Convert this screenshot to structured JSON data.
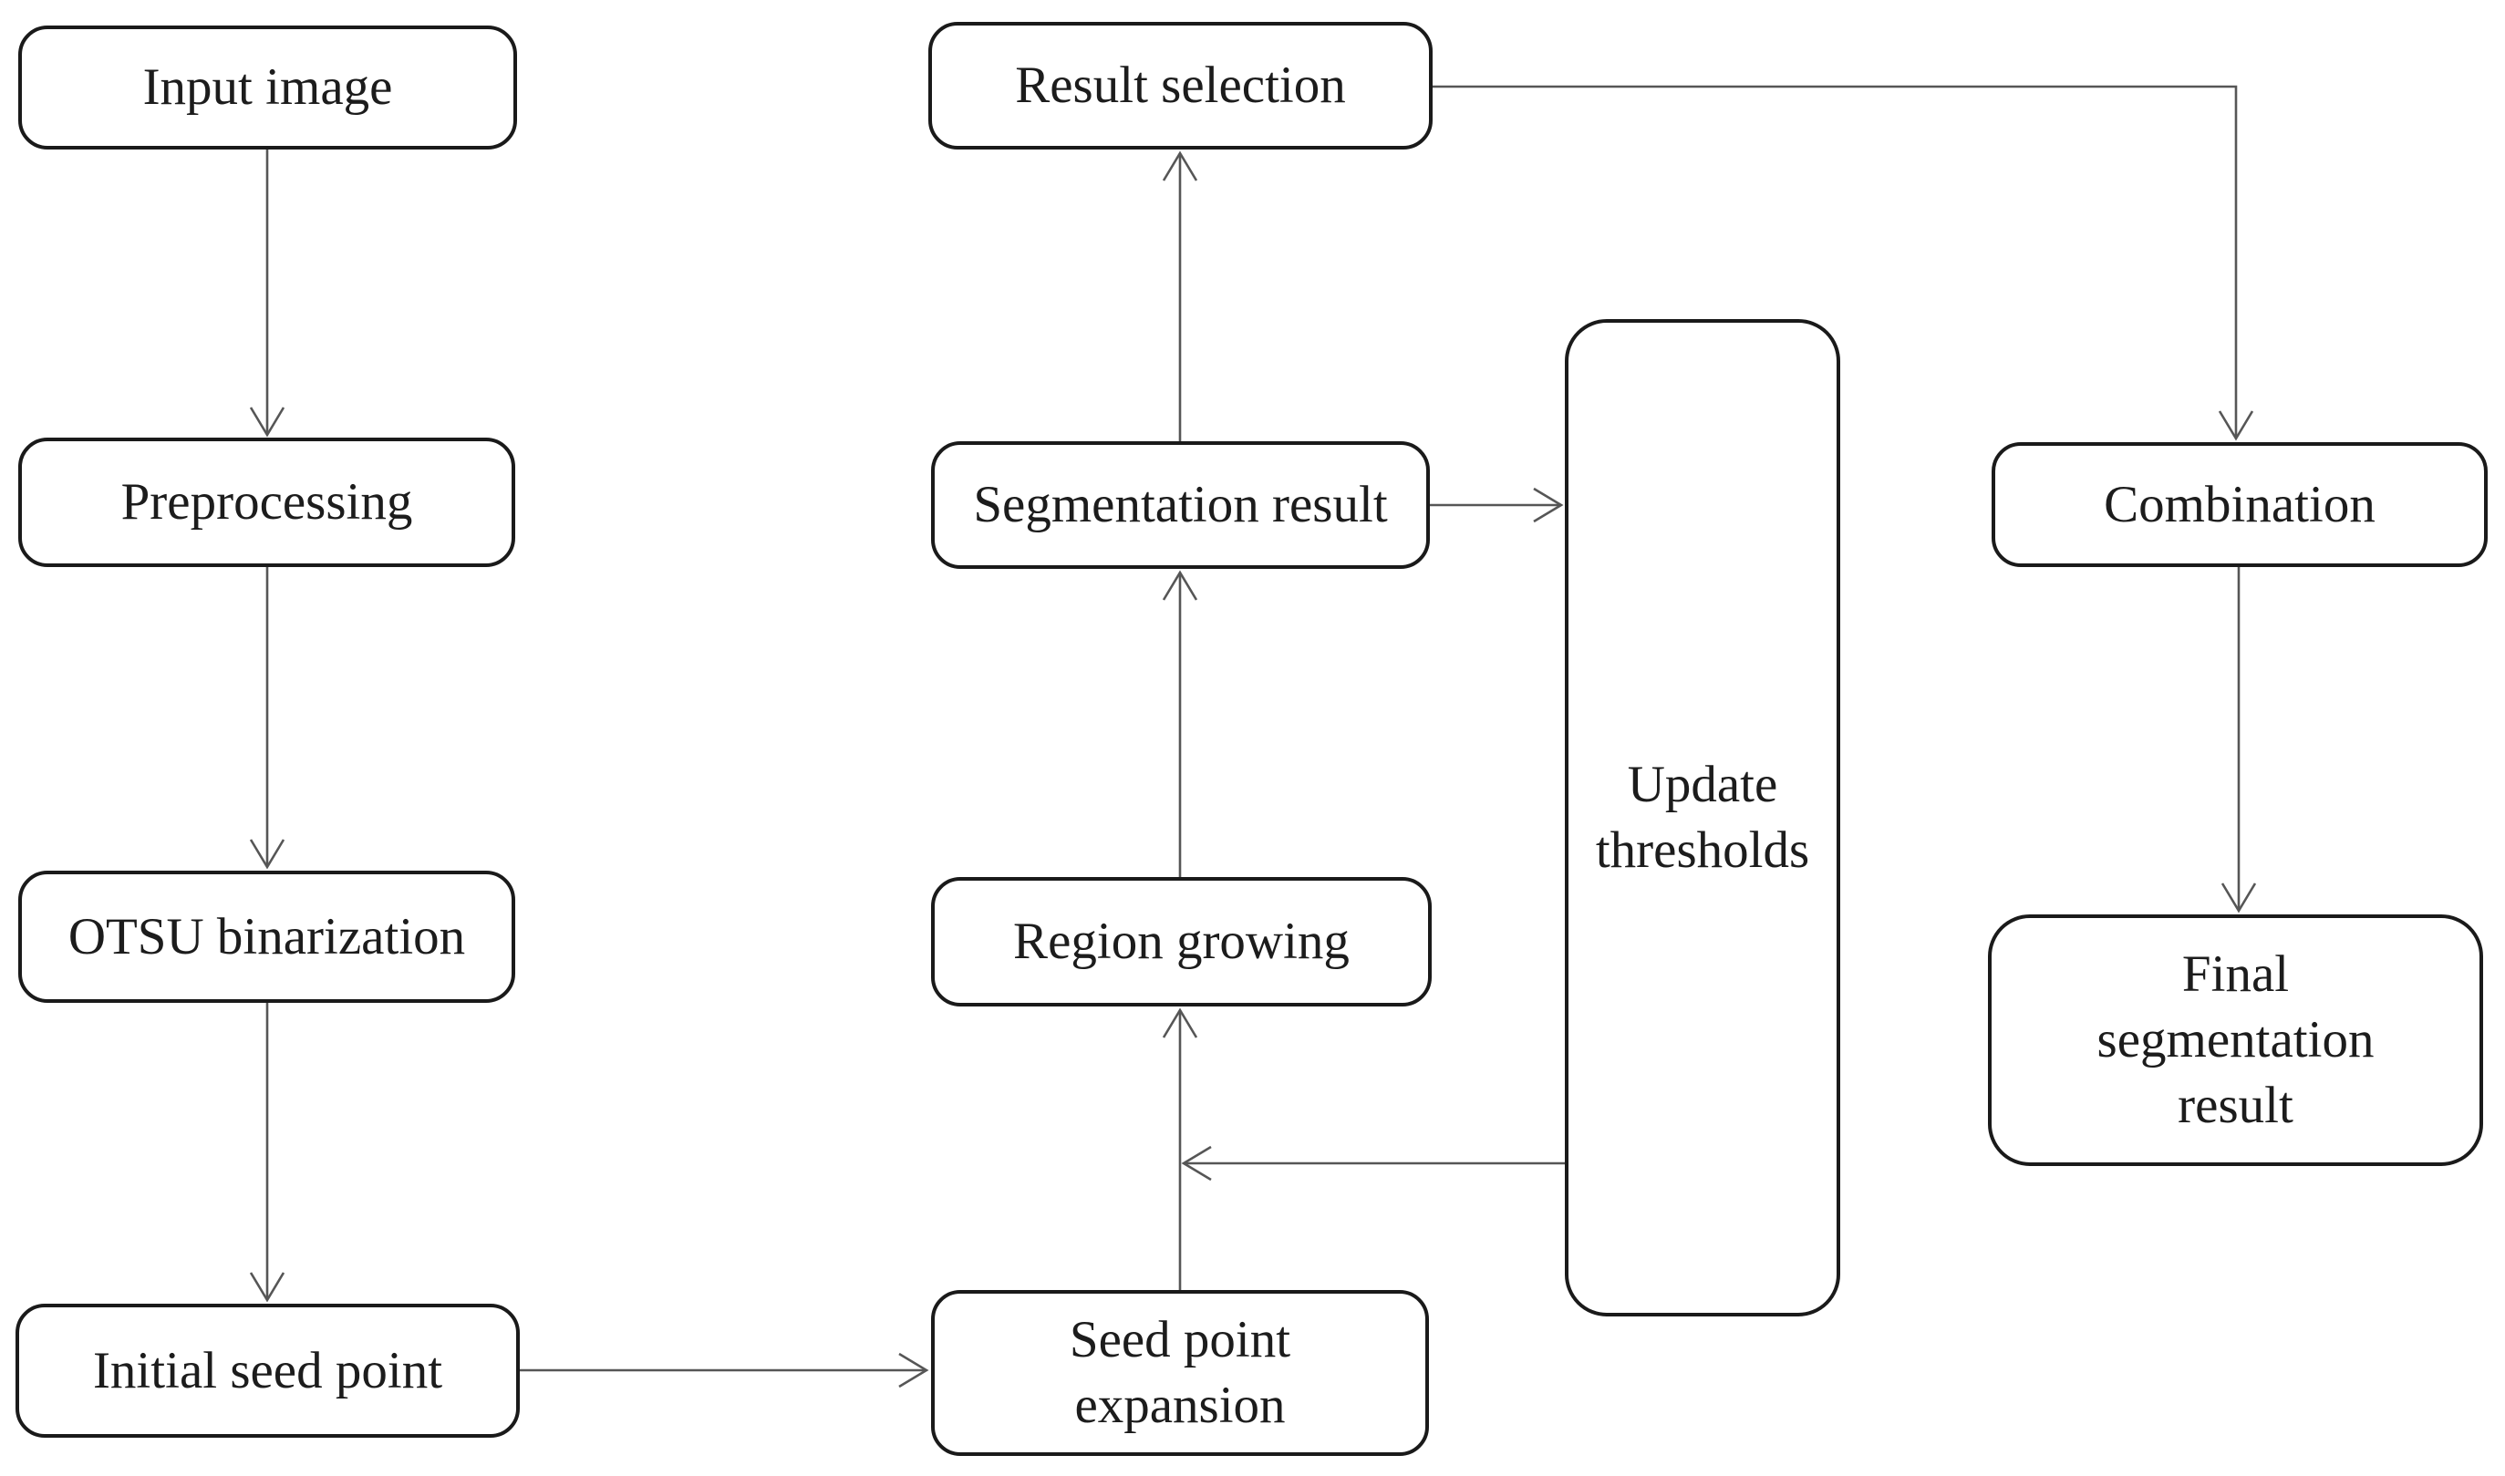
{
  "diagram": {
    "type": "flowchart",
    "title": "Image segmentation pipeline flowchart",
    "colors": {
      "background": "#ffffff",
      "node_border": "#1a1a1a",
      "node_fill": "#ffffff",
      "arrow": "#565656",
      "text": "#1c1c1c"
    },
    "nodes": {
      "input_image": {
        "label": "Input image"
      },
      "preprocessing": {
        "label": "Preprocessing"
      },
      "otsu_binarization": {
        "label": "OTSU binarization"
      },
      "initial_seed_point": {
        "label": "Initial seed point"
      },
      "seed_point_expansion": {
        "label": "Seed point expansion"
      },
      "region_growing": {
        "label": "Region growing"
      },
      "segmentation_result": {
        "label": "Segmentation result"
      },
      "result_selection": {
        "label": "Result selection"
      },
      "update_thresholds": {
        "label": "Update thresholds"
      },
      "combination": {
        "label": "Combination"
      },
      "final_segmentation_result": {
        "label": "Final segmentation result"
      }
    },
    "edges": [
      {
        "from": "input_image",
        "to": "preprocessing",
        "direction": "down"
      },
      {
        "from": "preprocessing",
        "to": "otsu_binarization",
        "direction": "down"
      },
      {
        "from": "otsu_binarization",
        "to": "initial_seed_point",
        "direction": "down"
      },
      {
        "from": "initial_seed_point",
        "to": "seed_point_expansion",
        "direction": "right"
      },
      {
        "from": "seed_point_expansion",
        "to": "region_growing",
        "direction": "up"
      },
      {
        "from": "region_growing",
        "to": "segmentation_result",
        "direction": "up"
      },
      {
        "from": "segmentation_result",
        "to": "result_selection",
        "direction": "up"
      },
      {
        "from": "segmentation_result",
        "to": "update_thresholds",
        "direction": "right"
      },
      {
        "from": "update_thresholds",
        "to": "region_growing",
        "direction": "left",
        "note": "feedback joins the seed_point_expansion to region_growing line"
      },
      {
        "from": "result_selection",
        "to": "combination",
        "direction": "right-then-down"
      },
      {
        "from": "combination",
        "to": "final_segmentation_result",
        "direction": "down"
      }
    ]
  }
}
